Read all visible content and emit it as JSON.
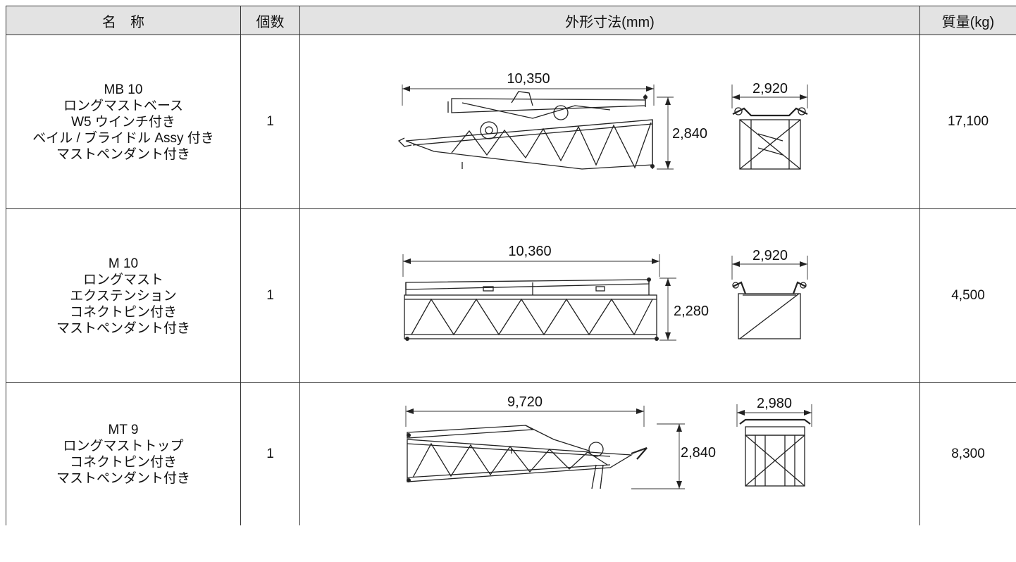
{
  "header": {
    "name": "名　称",
    "count": "個数",
    "dimensions": "外形寸法(mm)",
    "mass": "質量(kg)"
  },
  "rows": [
    {
      "name_lines": [
        "MB 10",
        "ロングマストベース",
        "W5 ウインチ付き",
        "ベイル / ブライドル Assy 付き",
        "マストペンダント付き"
      ],
      "count": "1",
      "length": "10,350",
      "height": "2,840",
      "width": "2,920",
      "mass": "17,100"
    },
    {
      "name_lines": [
        "M 10",
        "ロングマスト",
        "エクステンション",
        "コネクトピン付き",
        "マストペンダント付き"
      ],
      "count": "1",
      "length": "10,360",
      "height": "2,280",
      "width": "2,920",
      "mass": "4,500"
    },
    {
      "name_lines": [
        "MT 9",
        "ロングマストトップ",
        "コネクトピン付き",
        "マストペンダント付き"
      ],
      "count": "1",
      "length": "9,720",
      "height": "2,840",
      "width": "2,980",
      "mass": "8,300"
    }
  ]
}
